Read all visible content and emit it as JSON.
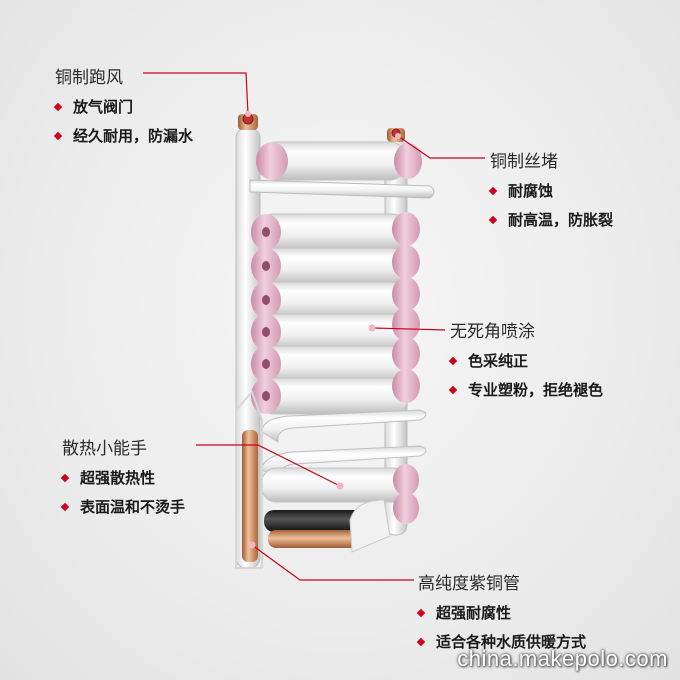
{
  "callouts": {
    "vent": {
      "title": "铜制跑风",
      "items": [
        "放气阀门",
        "经久耐用，防漏水"
      ]
    },
    "plug": {
      "title": "铜制丝堵",
      "items": [
        "耐腐蚀",
        "耐高温，防胀裂"
      ]
    },
    "coating": {
      "title": "无死角喷涂",
      "items": [
        "色采纯正",
        "专业塑粉，拒绝褪色"
      ]
    },
    "heat": {
      "title": "散热小能手",
      "items": [
        "超强散热性",
        "表面温和不烫手"
      ]
    },
    "pipe": {
      "title": "高纯度紫铜管",
      "items": [
        "超强耐腐性",
        "适合各种水质供暖方式"
      ]
    }
  },
  "watermark": "china.makepolo.com",
  "colors": {
    "accent_red": "#d0021b",
    "tube_white": "#f2f2f2",
    "cap_pink": "#e6b4c8",
    "copper": "#c88a5a"
  },
  "icons": {
    "bullet": "red-diamond-bullet",
    "leader_dot": "pink-dot-marker"
  }
}
